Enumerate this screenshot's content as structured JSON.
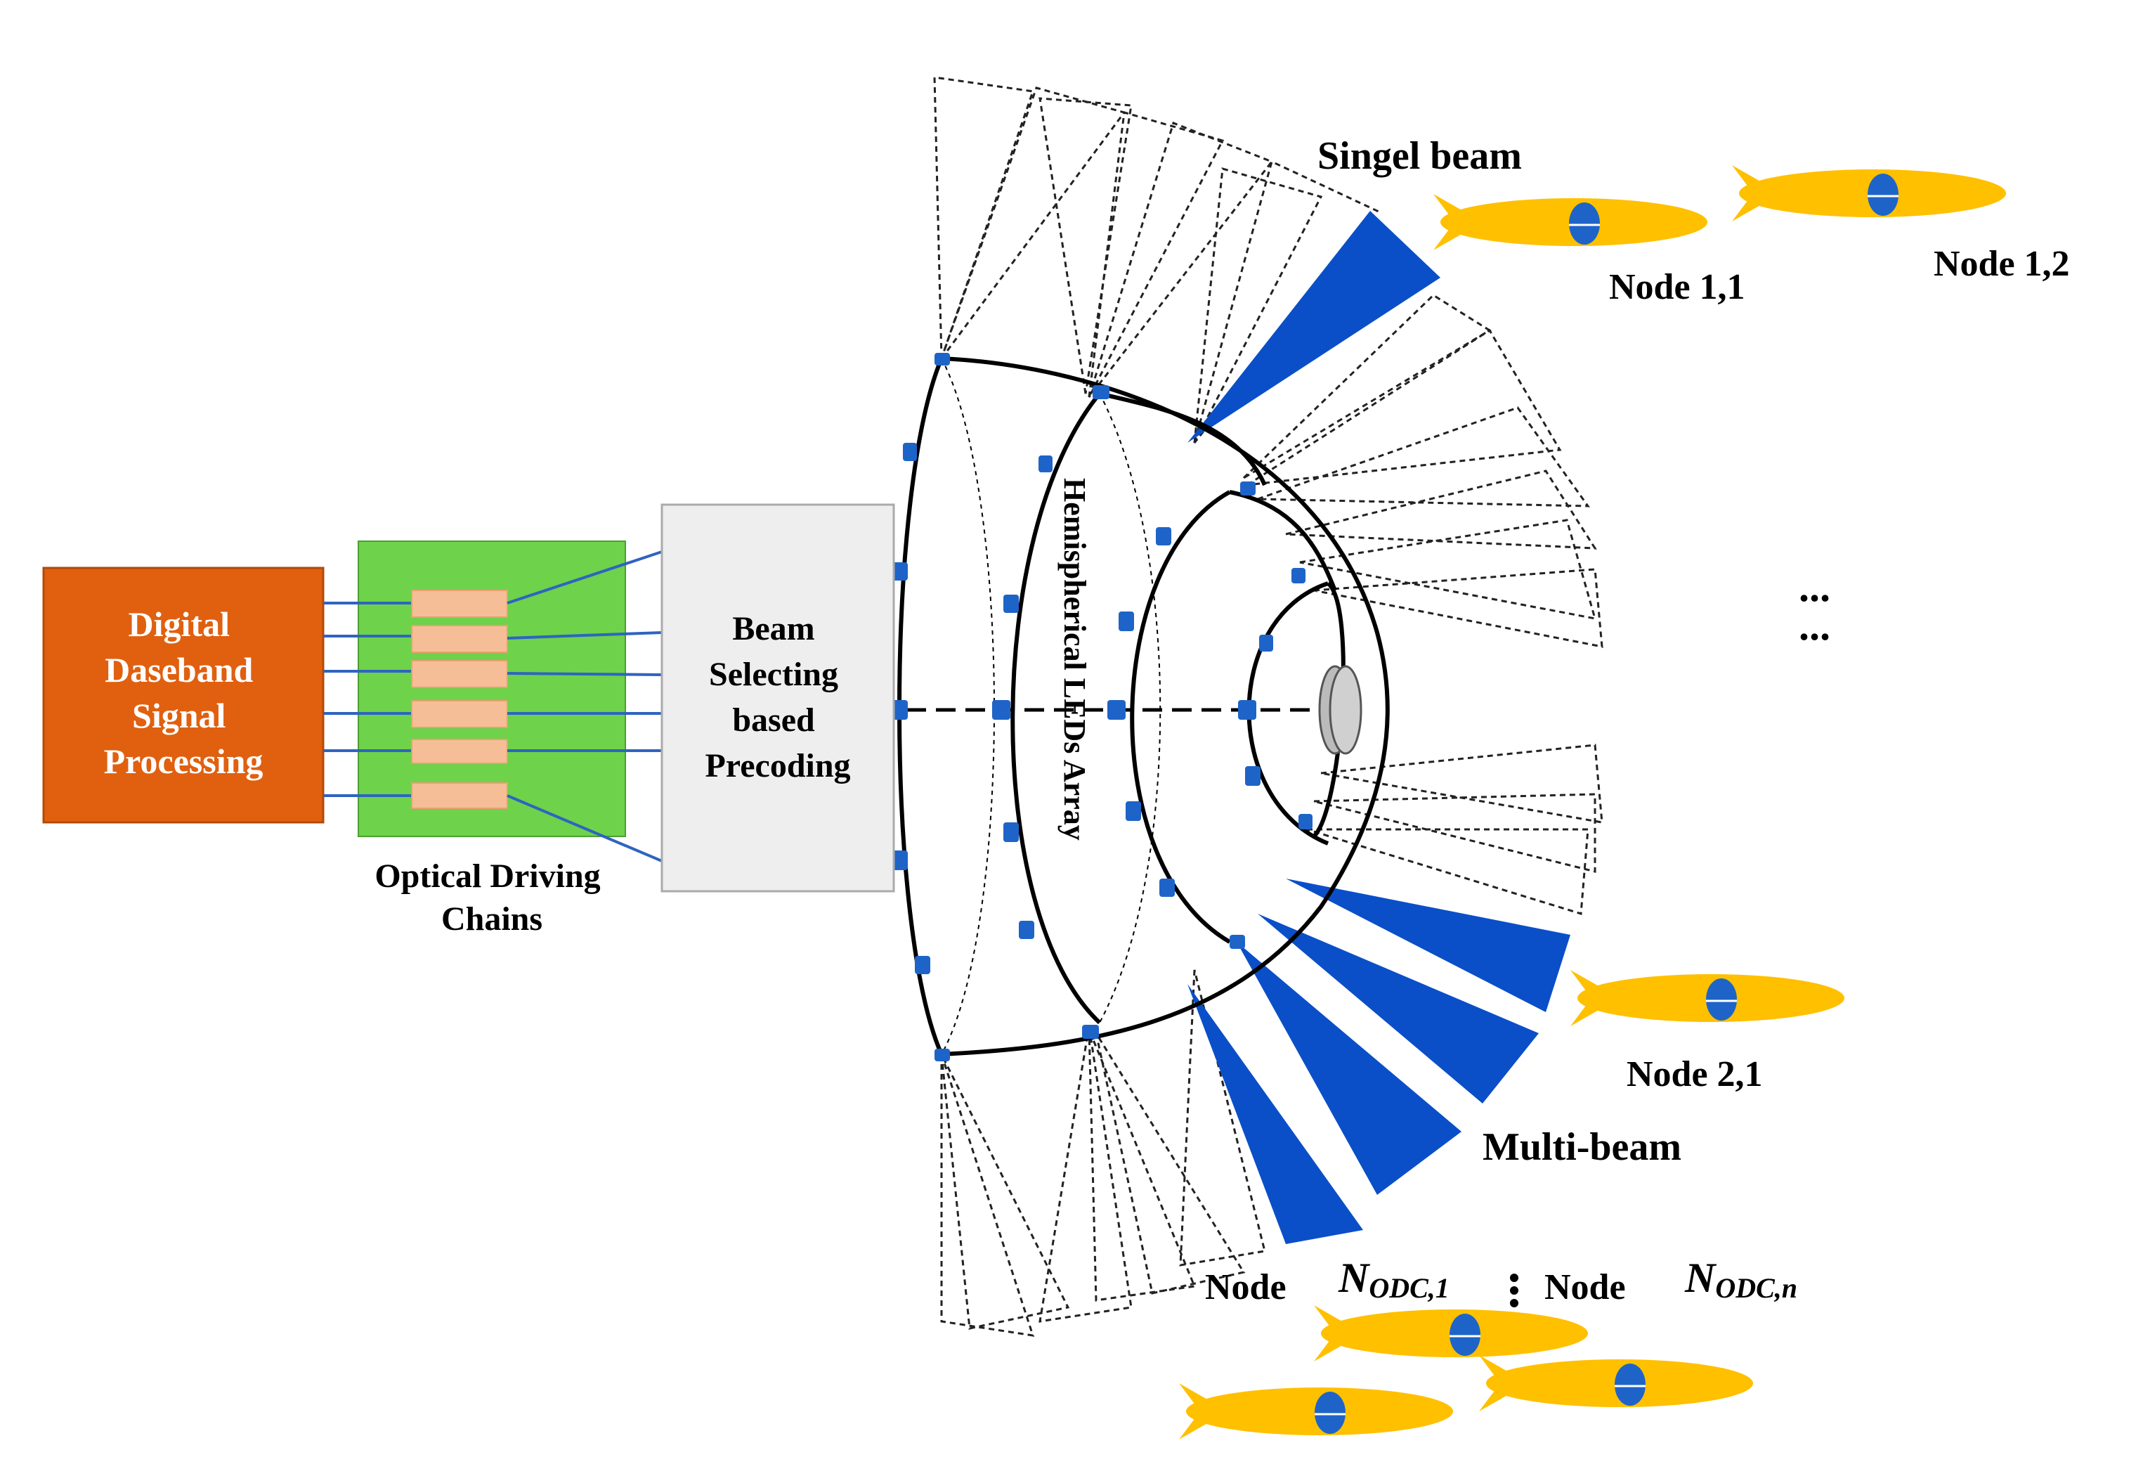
{
  "blocks": {
    "dsp": {
      "lines": [
        "Digital",
        "Daseband",
        "Signal",
        "Processing"
      ],
      "color": "#E06010",
      "text_color": "#ffffff"
    },
    "odc": {
      "caption": [
        "Optical Driving",
        "Chains"
      ],
      "color": "#6ED24A",
      "chip_color": "#F6BE96"
    },
    "precoding": {
      "lines": [
        "Beam",
        "Selecting",
        "based",
        "Precoding"
      ],
      "color": "#EEEEEE"
    }
  },
  "array_label": "Hemispherical  LEDs  Array",
  "labels": {
    "single_beam": "Singel beam",
    "multi_beam": "Multi-beam",
    "node_1_1": "Node 1,1",
    "node_1_2": "Node 1,2",
    "node_2_1": "Node 2,1",
    "node_word": "Node",
    "nodc_1": {
      "main": "N",
      "sub": "ODC,1"
    },
    "nodc_n": {
      "main": "N",
      "sub": "ODC,n"
    },
    "ellipsis": "..."
  },
  "colors": {
    "beam_blue": "#0A4FC8",
    "led_blue": "#1E64C8",
    "node_yellow": "#FFC000",
    "line_blue": "#2E64C0",
    "dashed_beam": "#222222"
  },
  "icons": {
    "node": "fish-shaped-node-icon",
    "led": "led-square-icon",
    "receiver": "disc-receiver-icon"
  }
}
